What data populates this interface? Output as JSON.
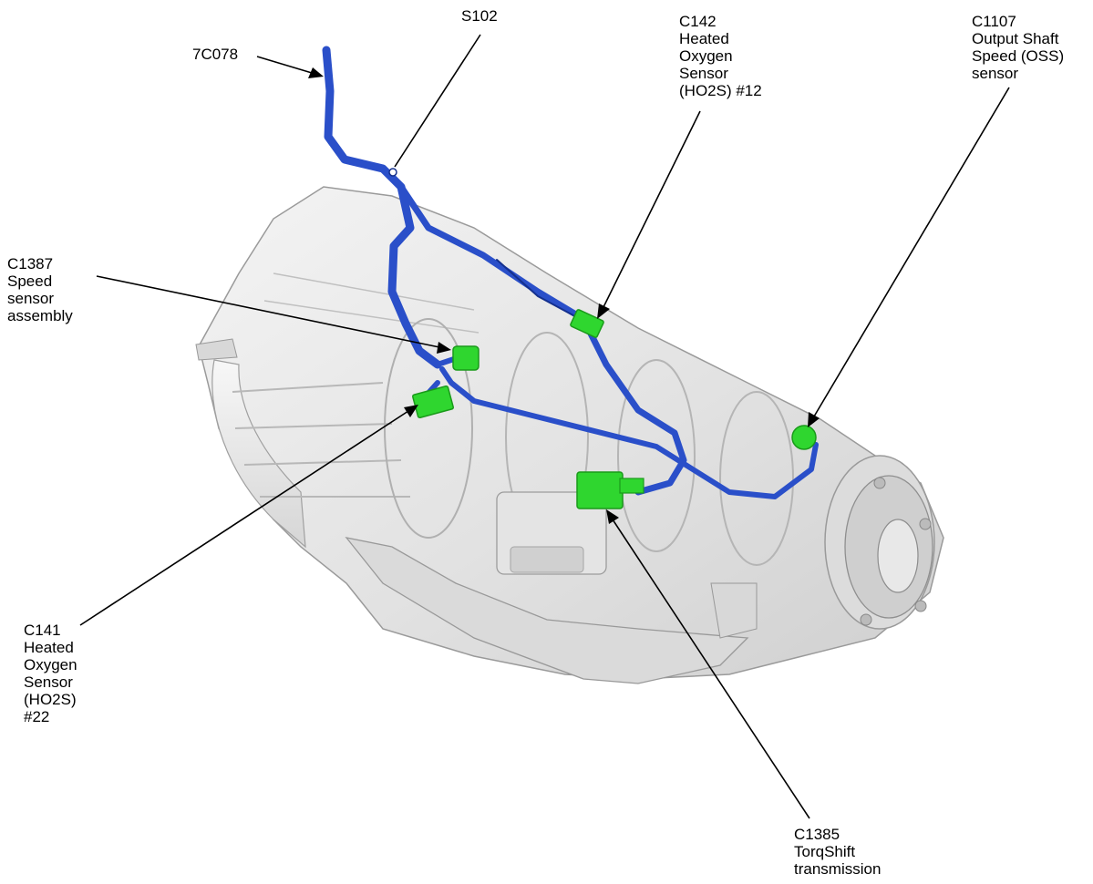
{
  "callouts": {
    "c7078": {
      "lines": [
        "7C078"
      ]
    },
    "s102": {
      "lines": [
        "S102"
      ]
    },
    "c142": {
      "lines": [
        "C142",
        "Heated",
        "Oxygen",
        "Sensor",
        "(HO2S) #12"
      ]
    },
    "c1107": {
      "lines": [
        "C1107",
        "Output Shaft",
        "Speed (OSS)",
        "sensor"
      ]
    },
    "c1387": {
      "lines": [
        "C1387",
        "Speed",
        "sensor",
        "assembly"
      ]
    },
    "c141": {
      "lines": [
        "C141",
        "Heated",
        "Oxygen",
        "Sensor",
        "(HO2S)",
        "#22"
      ]
    },
    "c1385": {
      "lines": [
        "C1385",
        "TorqShift",
        "transmission"
      ]
    }
  },
  "colors": {
    "harness": "#2a4fc9",
    "harness_dark": "#14308e",
    "connector": "#2fd62f",
    "connector_dark": "#1a9a1a",
    "housing": "#e6e6e6",
    "housing_edge": "#9a9a9a"
  }
}
